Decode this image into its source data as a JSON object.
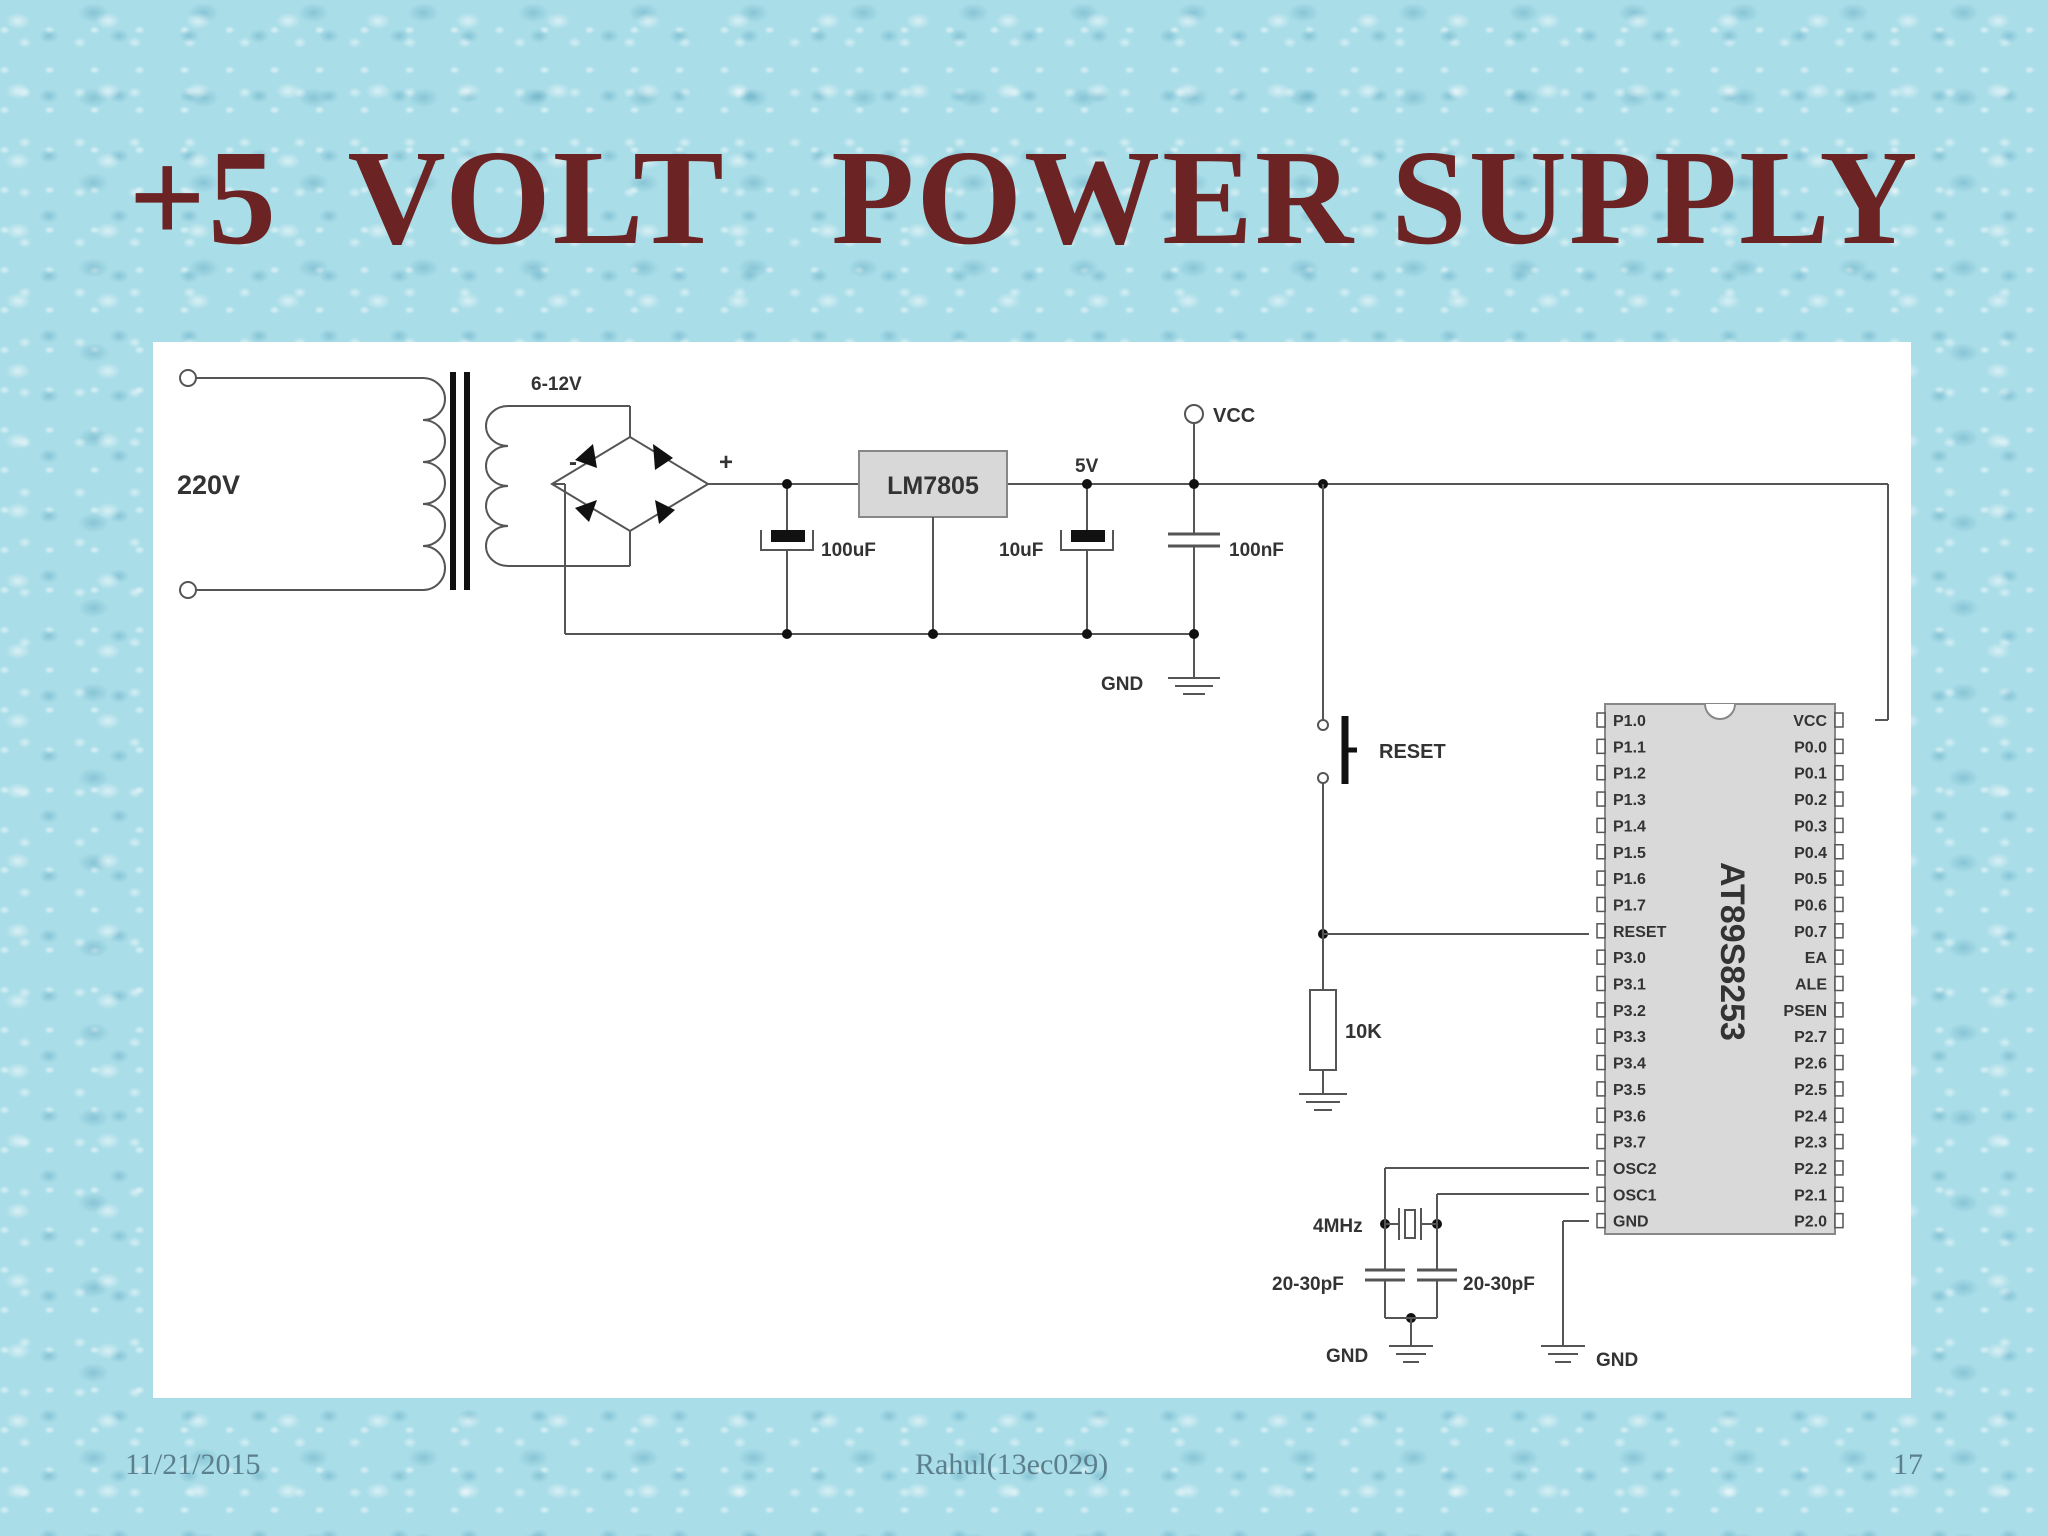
{
  "slide": {
    "title": "+5  VOLT   POWER SUPPLY",
    "footer_date": "11/21/2015",
    "footer_author": "Rahul(13ec029)",
    "page_number": "17"
  },
  "diagram": {
    "input_voltage": "220V",
    "secondary_voltage": "6-12V",
    "bridge_minus": "-",
    "bridge_plus": "+",
    "regulator": "LM7805",
    "reg_output": "5V",
    "vcc_label": "VCC",
    "cap1": "100uF",
    "cap2": "10uF",
    "cap3": "100nF",
    "gnd_top": "GND",
    "reset_switch": "RESET",
    "resistor": "10K",
    "crystal": "4MHz",
    "cap_left": "20-30pF",
    "cap_right": "20-30pF",
    "gnd_crystal": "GND",
    "gnd_mcu": "GND",
    "mcu_name": "AT89S8253",
    "left_pins": [
      "P1.0",
      "P1.1",
      "P1.2",
      "P1.3",
      "P1.4",
      "P1.5",
      "P1.6",
      "P1.7",
      "RESET",
      "P3.0",
      "P3.1",
      "P3.2",
      "P3.3",
      "P3.4",
      "P3.5",
      "P3.6",
      "P3.7",
      "OSC2",
      "OSC1",
      "GND"
    ],
    "right_pins": [
      "VCC",
      "P0.0",
      "P0.1",
      "P0.2",
      "P0.3",
      "P0.4",
      "P0.5",
      "P0.6",
      "P0.7",
      "EA",
      "ALE",
      "PSEN",
      "P2.7",
      "P2.6",
      "P2.5",
      "P2.4",
      "P2.3",
      "P2.2",
      "P2.1",
      "P2.0"
    ]
  }
}
